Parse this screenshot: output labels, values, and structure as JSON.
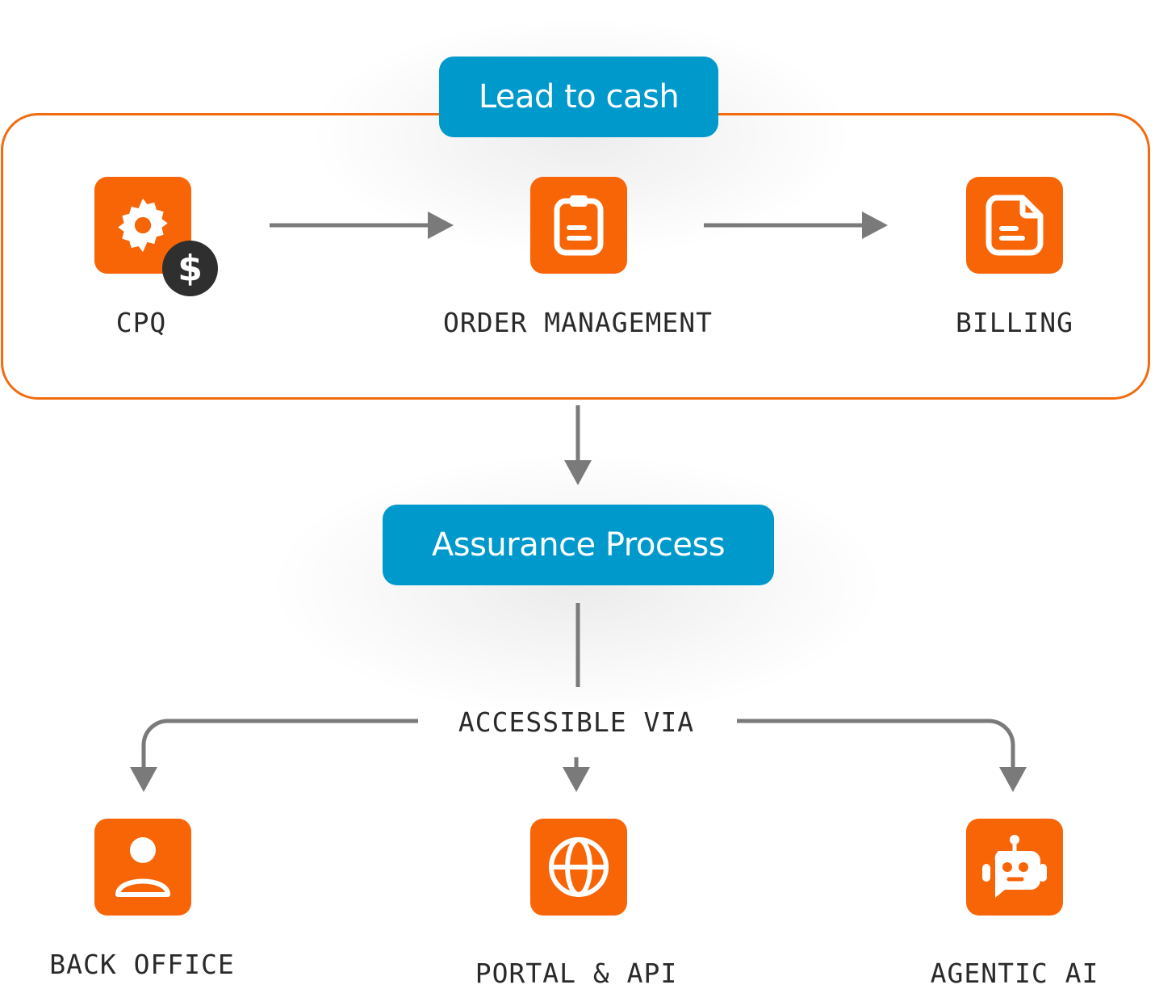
{
  "lead_to_cash": {
    "title": "Lead to cash"
  },
  "stages": [
    {
      "label": "CPQ",
      "icon": "gear-icon",
      "badge": "$",
      "badge_icon": "dollar-icon"
    },
    {
      "label": "ORDER MANAGEMENT",
      "icon": "clipboard-icon"
    },
    {
      "label": "BILLING",
      "icon": "document-icon"
    }
  ],
  "assurance": {
    "title": "Assurance Process"
  },
  "access": {
    "label": "ACCESSIBLE VIA",
    "channels": [
      {
        "label": "BACK OFFICE",
        "icon": "user-icon"
      },
      {
        "label": "PORTAL & API",
        "icon": "globe-icon"
      },
      {
        "label": "AGENTIC AI",
        "icon": "robot-icon"
      }
    ]
  },
  "colors": {
    "accent_orange": "#f76507",
    "frame_orange": "#f26b0f",
    "pill_blue": "#0099cc",
    "arrow_gray": "#7a7a7a",
    "badge_dark": "#2f2f2f",
    "text_dark": "#2a2a2a"
  }
}
